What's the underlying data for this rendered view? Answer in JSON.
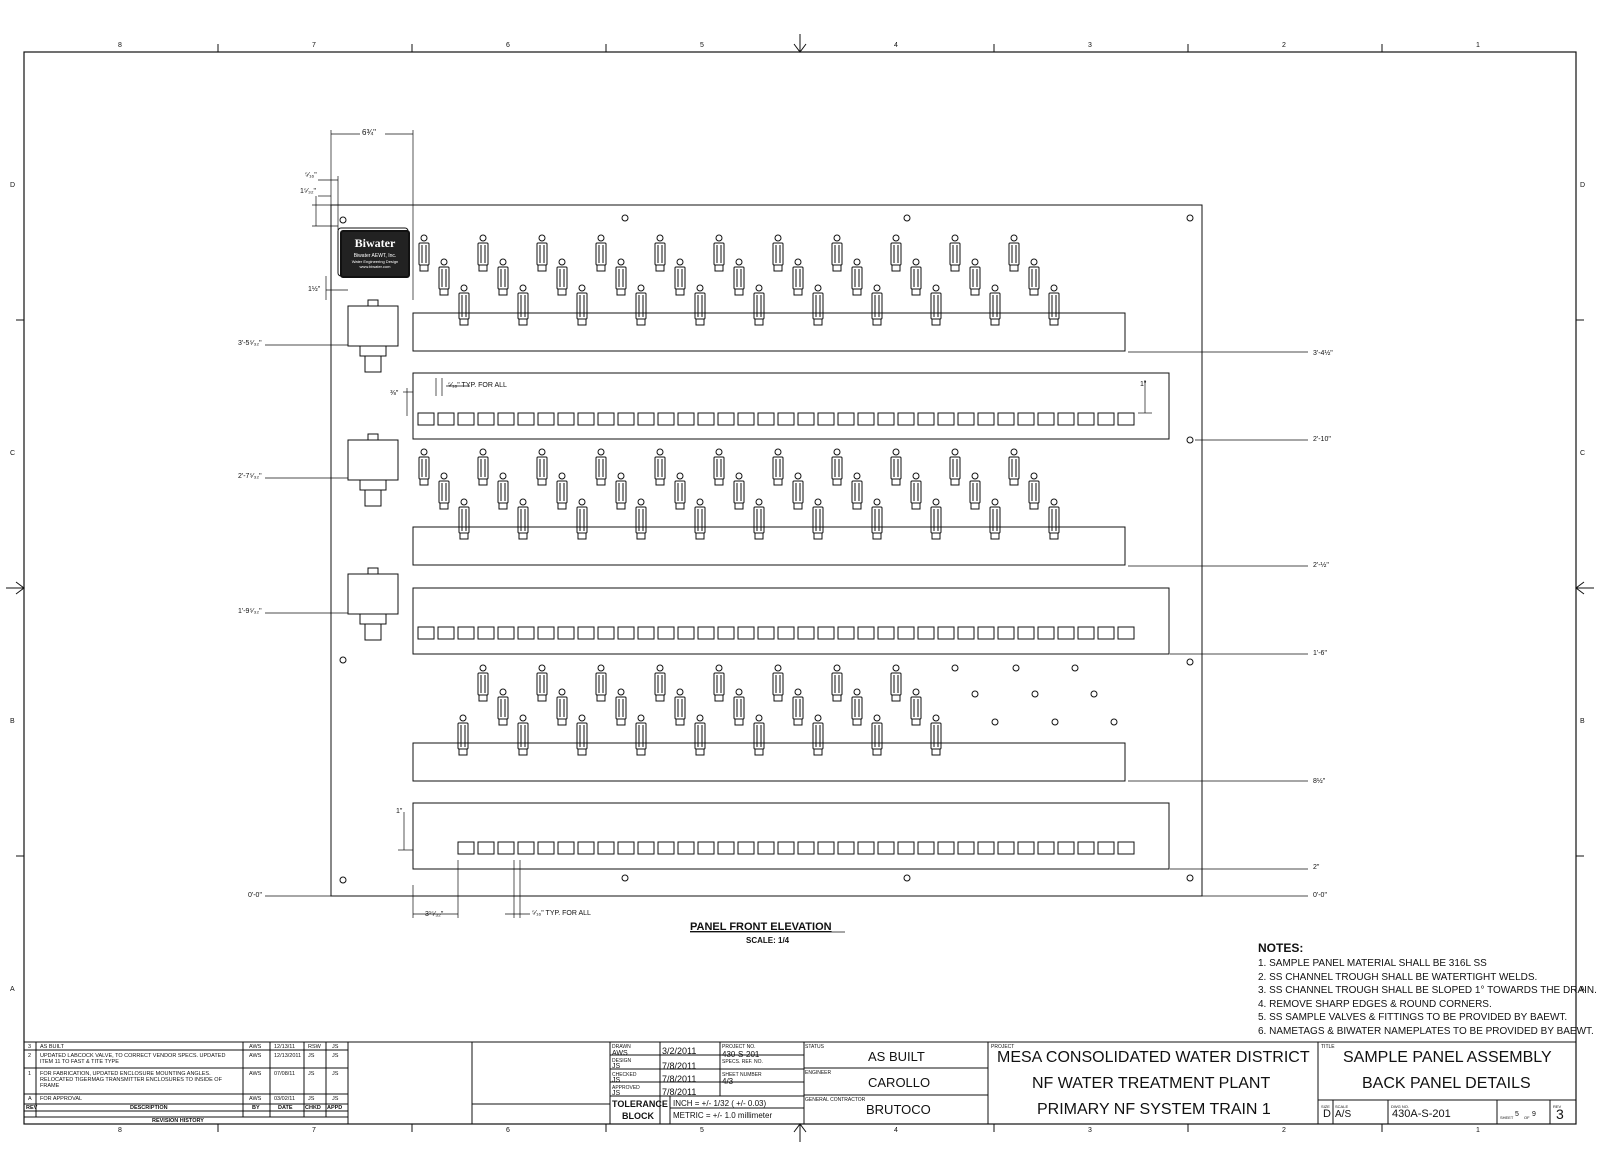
{
  "zone_numbers": [
    "8",
    "7",
    "6",
    "5",
    "4",
    "3",
    "2",
    "1"
  ],
  "zone_letters": [
    "D",
    "C",
    "B",
    "A"
  ],
  "dimensions": {
    "top_width": "6¾\"",
    "top_small_1": "⁵⁄₁₆\"",
    "top_small_2": "1⁵⁄₃₂\"",
    "left_1_half": "1½\"",
    "left_3_5": "3'-5⁵⁄₃₂\"",
    "left_2_7": "2'-7⁵⁄₃₂\"",
    "left_1_9": "1'-9⁵⁄₃₂\"",
    "left_0": "0'-0\"",
    "trough_typ": "⁵⁄₁₆\" TYP. FOR ALL",
    "trough_left": "⅜\"",
    "trough_1in": "1\"",
    "bottom_1in": "1\"",
    "bottom_left": "3¹⁵⁄₃₂\"",
    "bottom_typ": "⁵⁄₁₆\" TYP. FOR ALL",
    "right_3_4": "3'-4½\"",
    "right_2_10": "2'-10\"",
    "right_2_half": "2'-½\"",
    "right_1_6": "1'-6\"",
    "right_8": "8½\"",
    "right_2": "2\"",
    "right_0": "0'-0\""
  },
  "logo": {
    "name": "Biwater",
    "line1": "Biwater AEWT, Inc.",
    "line2": "Water Engineering Design",
    "line3": "www.biwater.com"
  },
  "caption": {
    "title": "PANEL FRONT ELEVATION",
    "scale": "SCALE: 1/4"
  },
  "notes": {
    "title": "NOTES:",
    "items": [
      "1. SAMPLE PANEL MATERIAL SHALL BE 316L SS",
      "2. SS CHANNEL TROUGH SHALL BE WATERTIGHT WELDS.",
      "3. SS CHANNEL TROUGH SHALL BE SLOPED 1° TOWARDS THE DRAIN.",
      "4. REMOVE SHARP EDGES & ROUND CORNERS.",
      "5. SS SAMPLE VALVES & FITTINGS TO BE PROVIDED BY BAEWT.",
      "6. NAMETAGS & BIWATER NAMEPLATES TO BE PROVIDED BY BAEWT."
    ]
  },
  "revision_history": {
    "title": "REVISION HISTORY",
    "headers": [
      "REV",
      "DESCRIPTION",
      "BY",
      "DATE",
      "CHKD",
      "APPD"
    ],
    "rows": [
      {
        "rev": "3",
        "desc": "AS BUILT",
        "by": "AWS",
        "date": "12/13/11",
        "chkd": "RSW",
        "appd": "JS"
      },
      {
        "rev": "2",
        "desc": "UPDATED LABCOCK VALVE, TO CORRECT VENDOR SPECS. UPDATED ITEM 11 TO FAST & TITE TYPE",
        "by": "AWS",
        "date": "12/13/2011",
        "chkd": "JS",
        "appd": "JS"
      },
      {
        "rev": "1",
        "desc": "FOR FABRICATION, UPDATED ENCLOSURE MOUNTING ANGLES. RELOCATED TIGERMAG TRANSMITTER ENCLOSURES TO INSIDE OF FRAME",
        "by": "AWS",
        "date": "07/08/11",
        "chkd": "JS",
        "appd": "JS"
      },
      {
        "rev": "A",
        "desc": "FOR APPROVAL",
        "by": "AWS",
        "date": "03/02/11",
        "chkd": "JS",
        "appd": "JS"
      }
    ]
  },
  "title_block": {
    "drawn_label": "DRAWN",
    "drawn_by": "AWS",
    "drawn_date": "3/2/2011",
    "design_label": "DESIGN",
    "design_by": "JS",
    "design_date": "7/8/2011",
    "check_label": "CHECKED",
    "check_by": "JS",
    "check_date": "7/8/2011",
    "approved_label": "APPROVED",
    "approved_by": "JS",
    "approved_date": "7/8/2011",
    "project_no_label": "PROJECT NO.",
    "project_no": "430-S-201",
    "spec_ref_label": "SPECS. REF. NO.",
    "sheet_no_label": "SHEET NUMBER",
    "sheet_no": "4/3",
    "tolerance_label_1": "TOLERANCE",
    "tolerance_label_2": "BLOCK",
    "tol_inch": "INCH = +/- 1/32 ( +/- 0.03)",
    "tol_metric": "METRIC = +/- 1.0 millimeter",
    "status_label": "STATUS",
    "status": "AS BUILT",
    "engineer_label": "ENGINEER",
    "engineer": "CAROLLO",
    "contractor_label": "GENERAL CONTRACTOR",
    "contractor": "BRUTOCO",
    "project_label": "PROJECT",
    "project_line1": "MESA CONSOLIDATED WATER DISTRICT",
    "project_line2": "NF WATER TREATMENT PLANT",
    "project_line3": "PRIMARY NF SYSTEM TRAIN 1",
    "title_label": "TITLE",
    "title_line1": "SAMPLE PANEL ASSEMBLY",
    "title_line2": "BACK PANEL DETAILS",
    "size_label": "SIZE",
    "size": "D",
    "scale_label": "SCALE",
    "scale": "A/S",
    "dwg_label": "DWG NO.",
    "dwg_no": "430A-S-201",
    "sheet_label": "SHEET",
    "sheet": "5",
    "of_label": "OF",
    "of": "9",
    "rev_label": "REV",
    "rev": "3"
  },
  "colors": {
    "line": "#111111",
    "paper": "#ffffff"
  }
}
